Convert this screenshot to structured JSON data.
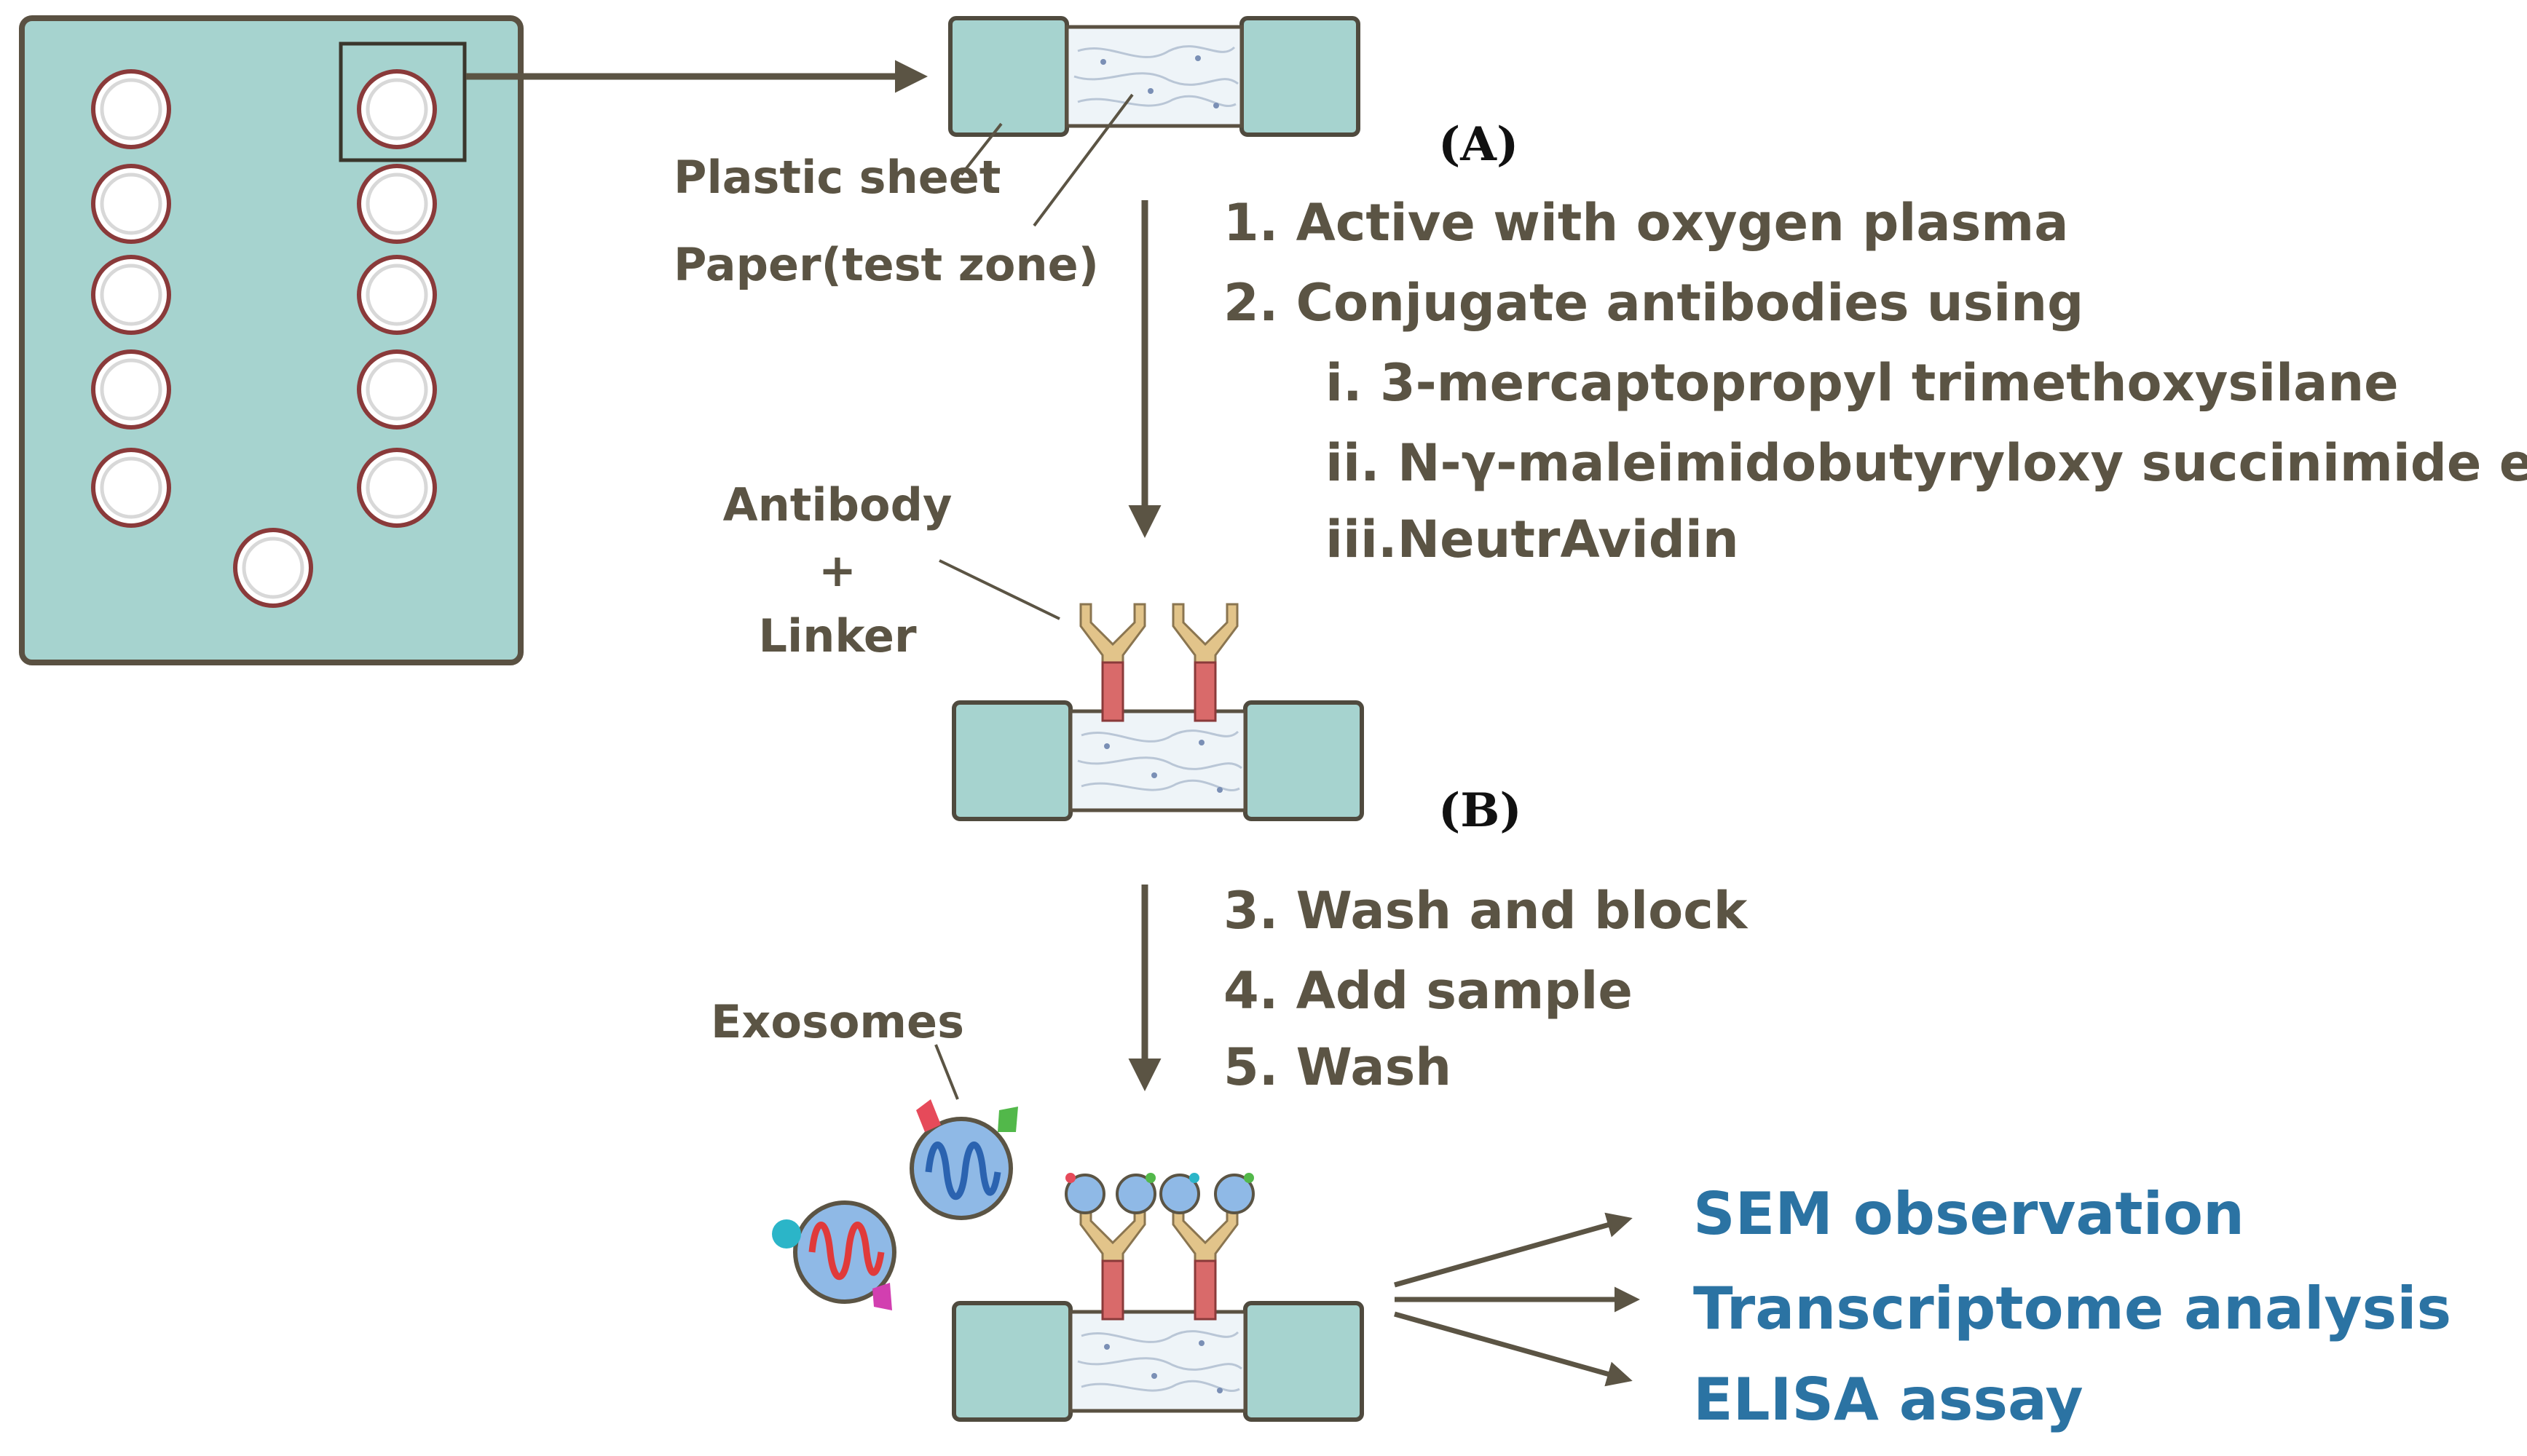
{
  "colors": {
    "plate": "#a6d3cf",
    "plate_border": "#5a5142",
    "arrow": "#5b5444",
    "label_text": "#5b5444",
    "output_text": "#2b73a3",
    "antibody_arm": "#e2c48a",
    "antibody_stem": "#d96a6a",
    "paper": "#eef4f8",
    "exosome": "#8fb9e6"
  },
  "labels": {
    "plastic_sheet": "Plastic sheet",
    "paper_test_zone": "Paper(test zone)",
    "antibody": "Antibody",
    "plus": "+",
    "linker": "Linker",
    "exosomes": "Exosomes"
  },
  "panels": {
    "a": "(A)",
    "b": "(B)"
  },
  "steps_a": [
    "1. Active with oxygen plasma",
    "2. Conjugate antibodies using",
    "i.  3-mercaptopropyl trimethoxysilane",
    "ii. N-γ-maleimidobutyryloxy succinimide ester",
    "iii.NeutrAvidin"
  ],
  "steps_b": [
    "3. Wash and block",
    "4. Add sample",
    "5. Wash"
  ],
  "outputs": [
    "SEM observation",
    "Transcriptome analysis",
    "ELISA assay"
  ]
}
